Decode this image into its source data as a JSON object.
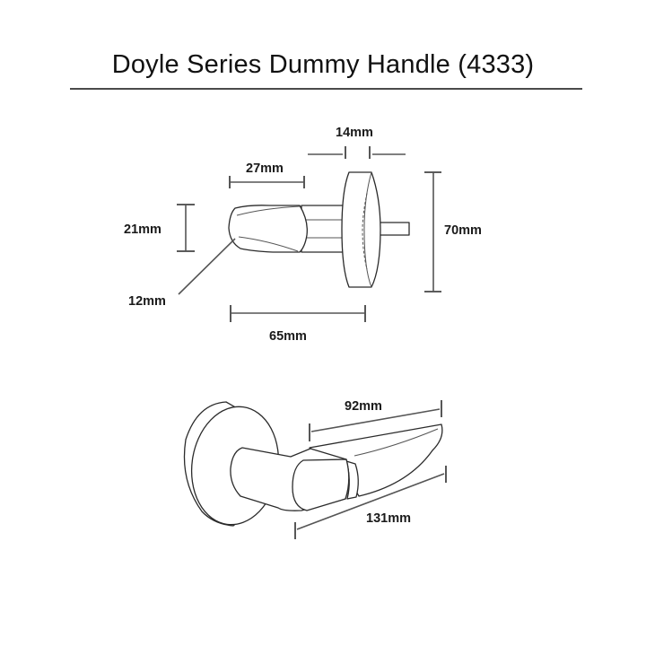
{
  "title": "Doyle Series Dummy Handle (4333)",
  "side_view": {
    "dimensions": {
      "rose_thickness": "14mm",
      "lever_end_length": "27mm",
      "lever_height": "21mm",
      "tip_radius": "12mm",
      "projection": "65mm",
      "rose_diameter": "70mm"
    }
  },
  "perspective_view": {
    "dimensions": {
      "lever_taper_length": "92mm",
      "overall_length": "131mm"
    }
  },
  "colors": {
    "background": "#ffffff",
    "line": "#2b2b2b",
    "dimension_line": "#555555",
    "text": "#1a1a1a"
  }
}
